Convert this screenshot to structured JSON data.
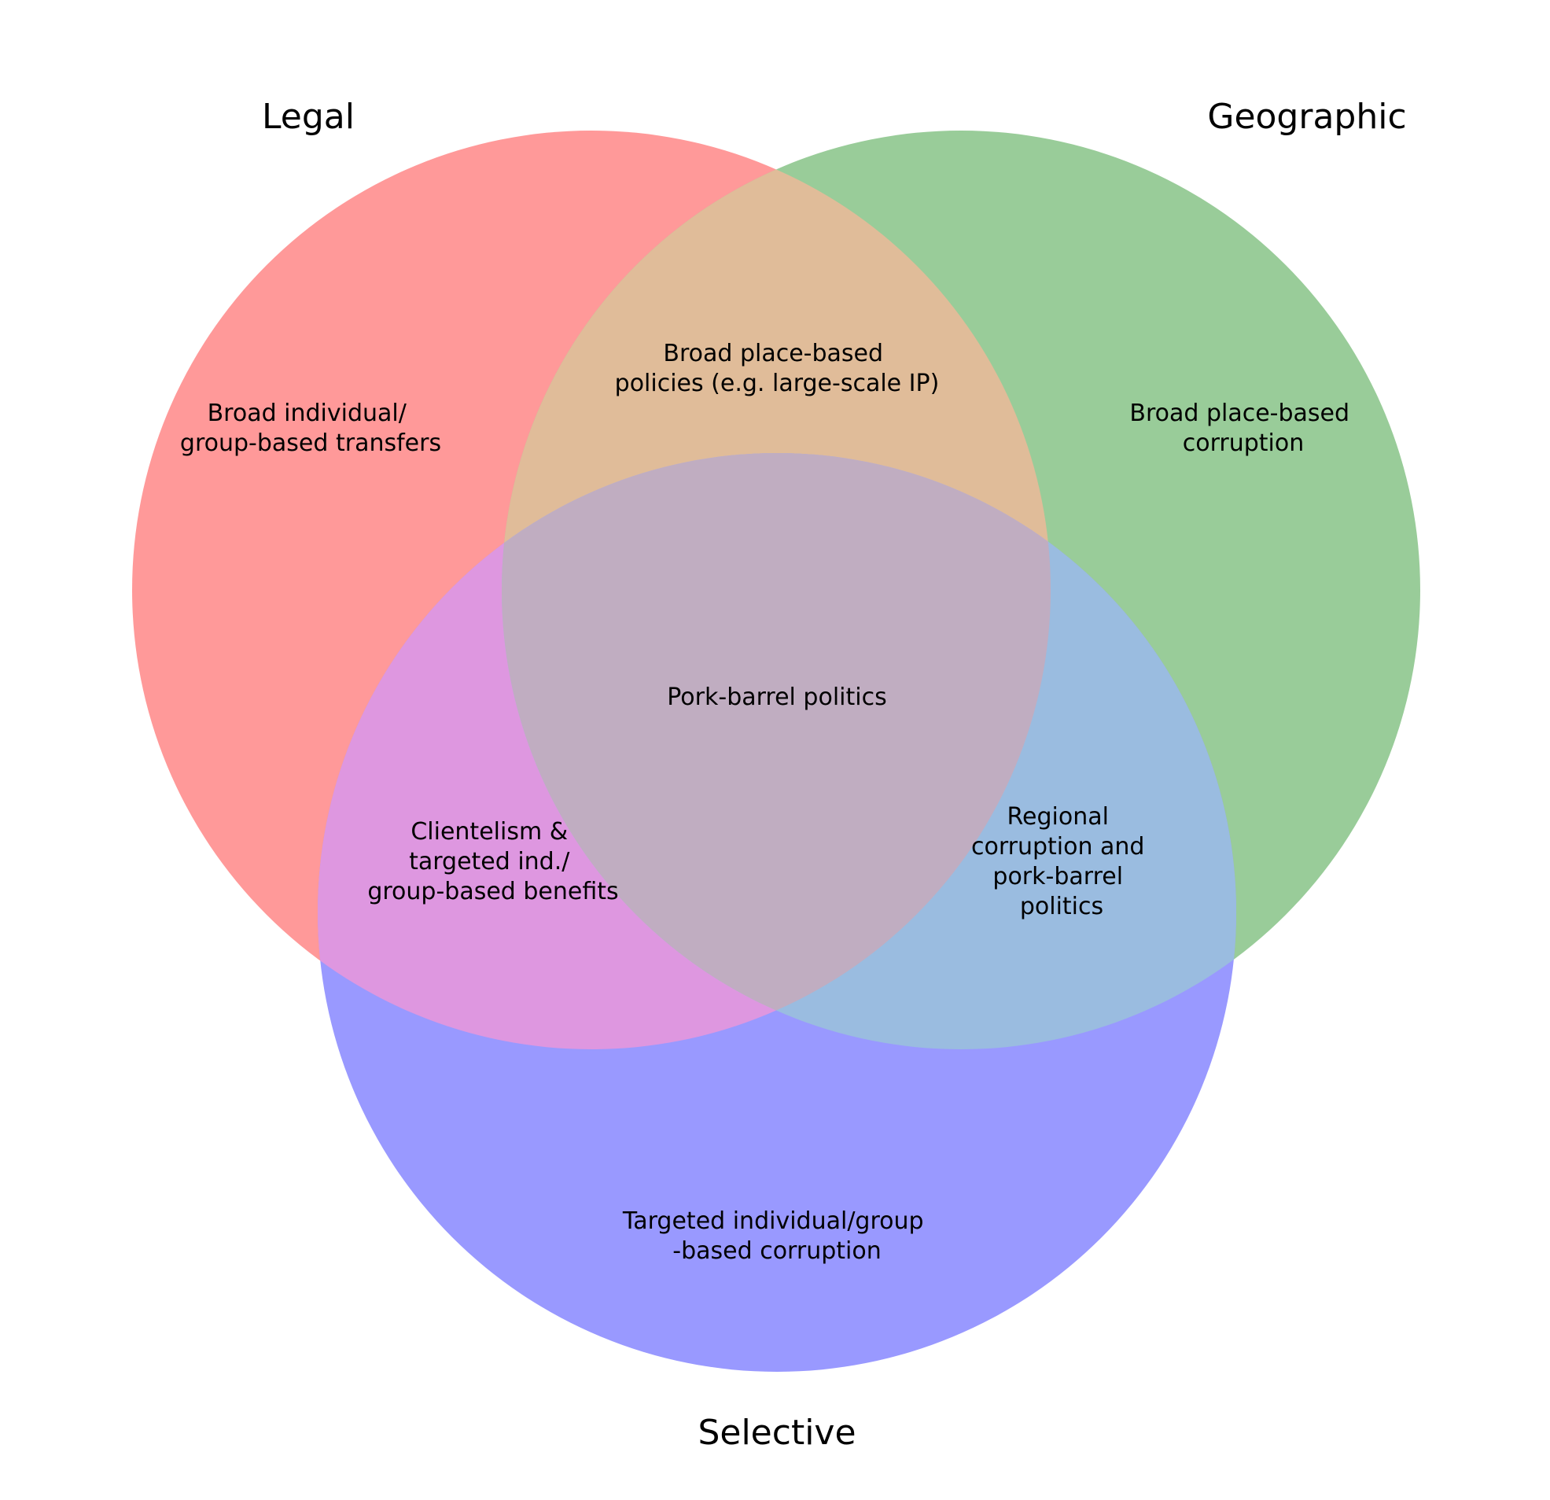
{
  "diagram": {
    "type": "venn-3",
    "sets": {
      "a": {
        "title": "Legal",
        "color": "#ff9999"
      },
      "b": {
        "title": "Geographic",
        "color": "#99cc99"
      },
      "c": {
        "title": "Selective",
        "color": "#9999ff"
      }
    },
    "overlap_colors": {
      "ab": "#e0bc99",
      "ac": "#de97e0",
      "bc": "#9abce0",
      "abc": "#c0adc1"
    },
    "regions": {
      "a_only": [
        "Broad individual/",
        "group-based transfers"
      ],
      "b_only": [
        "Broad place-based",
        "corruption"
      ],
      "c_only": [
        "Targeted individual/group",
        "-based corruption"
      ],
      "ab": [
        "Broad place-based",
        "policies (e.g. large-scale IP)"
      ],
      "ac": [
        "Clientelism &",
        "targeted ind./",
        "group-based benefits"
      ],
      "bc": [
        "Regional",
        "corruption and",
        "pork-barrel",
        "politics"
      ],
      "abc": [
        "Pork-barrel politics"
      ]
    }
  }
}
